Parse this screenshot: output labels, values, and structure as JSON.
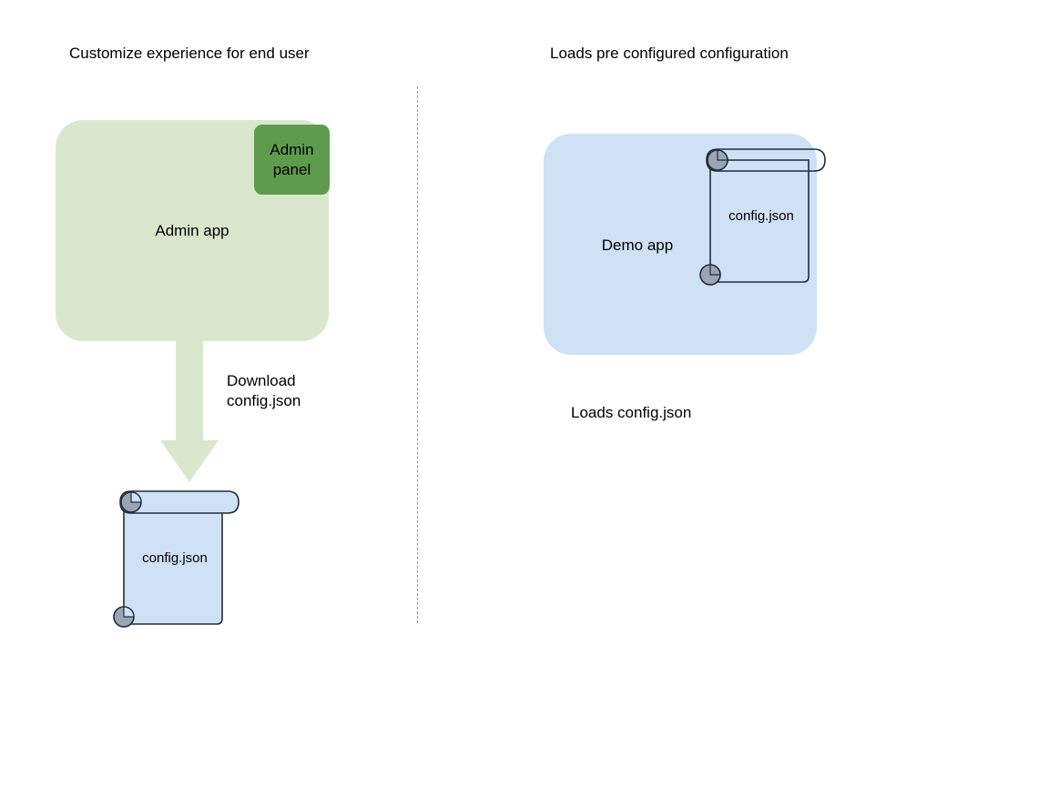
{
  "diagram": {
    "background_color": "#ffffff",
    "titles": {
      "left": "Customize experience for end user",
      "right": "Loads pre configured configuration"
    },
    "divider": {
      "style": "dashed-vertical",
      "color": "#9a9a9a"
    },
    "left_flow": {
      "app": {
        "label": "Admin app",
        "fill": "#d9e8cd"
      },
      "panel": {
        "label": "Admin\npanel",
        "fill": "#5f9b4c"
      },
      "arrow": {
        "label": "Download\nconfig.json",
        "fill": "#d9e8cd",
        "direction": "down"
      },
      "artifact": {
        "label": "config.json",
        "fill": "#cfe1f5",
        "stroke": "#1f2d3d",
        "curl_fill": "#9aa5b1"
      }
    },
    "right_flow": {
      "app": {
        "label": "Demo app",
        "fill": "#cfe1f5"
      },
      "artifact": {
        "label": "config.json",
        "fill": "none",
        "stroke": "#1f2d3d",
        "curl_fill": "#9aa5b1"
      },
      "caption": "Loads config.json"
    }
  }
}
